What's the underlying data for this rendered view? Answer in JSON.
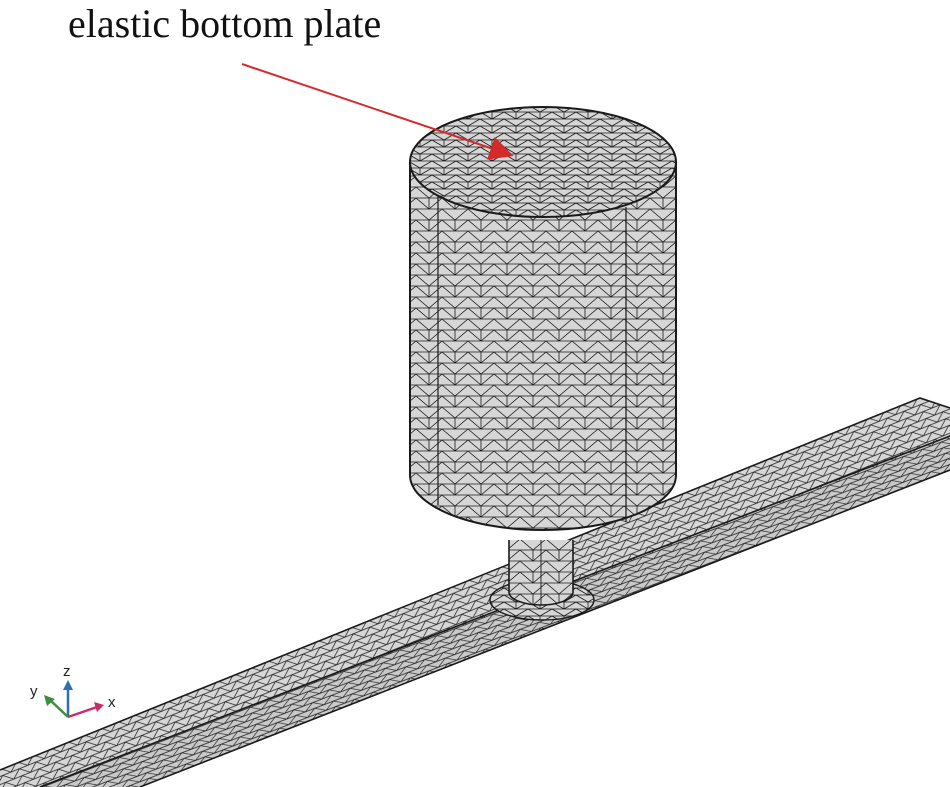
{
  "annotation": {
    "label": "elastic bottom plate"
  },
  "axes": {
    "z_label": "z",
    "y_label": "y",
    "x_label": "x"
  },
  "colors": {
    "mesh_fill": "#d6d6d6",
    "mesh_line": "#1a1a1a",
    "arrow": "#d42a2a",
    "axis_x": "#cc2b6a",
    "axis_y": "#3c8f3c",
    "axis_z": "#2d6fb5"
  },
  "icons": {
    "annotation_arrow": "red-arrow",
    "axis_triad": "xyz-triad"
  }
}
